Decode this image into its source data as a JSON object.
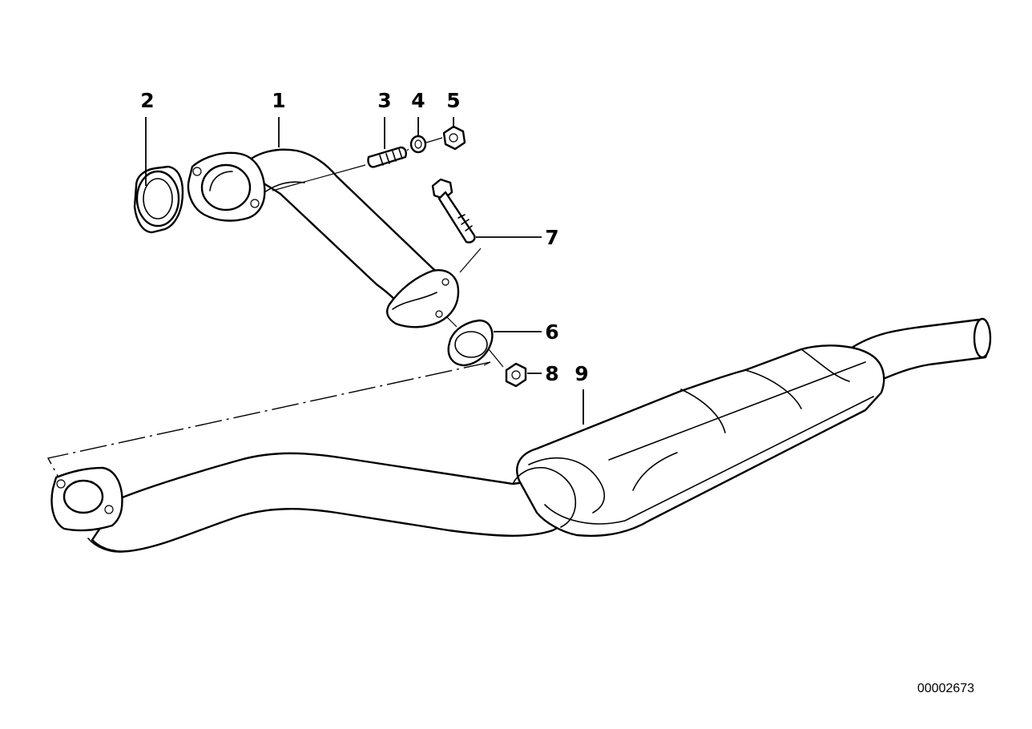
{
  "diagram": {
    "reference_number": "00002673",
    "callouts": [
      {
        "id": "1",
        "label": "1"
      },
      {
        "id": "2",
        "label": "2"
      },
      {
        "id": "3",
        "label": "3"
      },
      {
        "id": "4",
        "label": "4"
      },
      {
        "id": "5",
        "label": "5"
      },
      {
        "id": "6",
        "label": "6"
      },
      {
        "id": "7",
        "label": "7"
      },
      {
        "id": "8",
        "label": "8"
      },
      {
        "id": "9",
        "label": "9"
      }
    ]
  }
}
